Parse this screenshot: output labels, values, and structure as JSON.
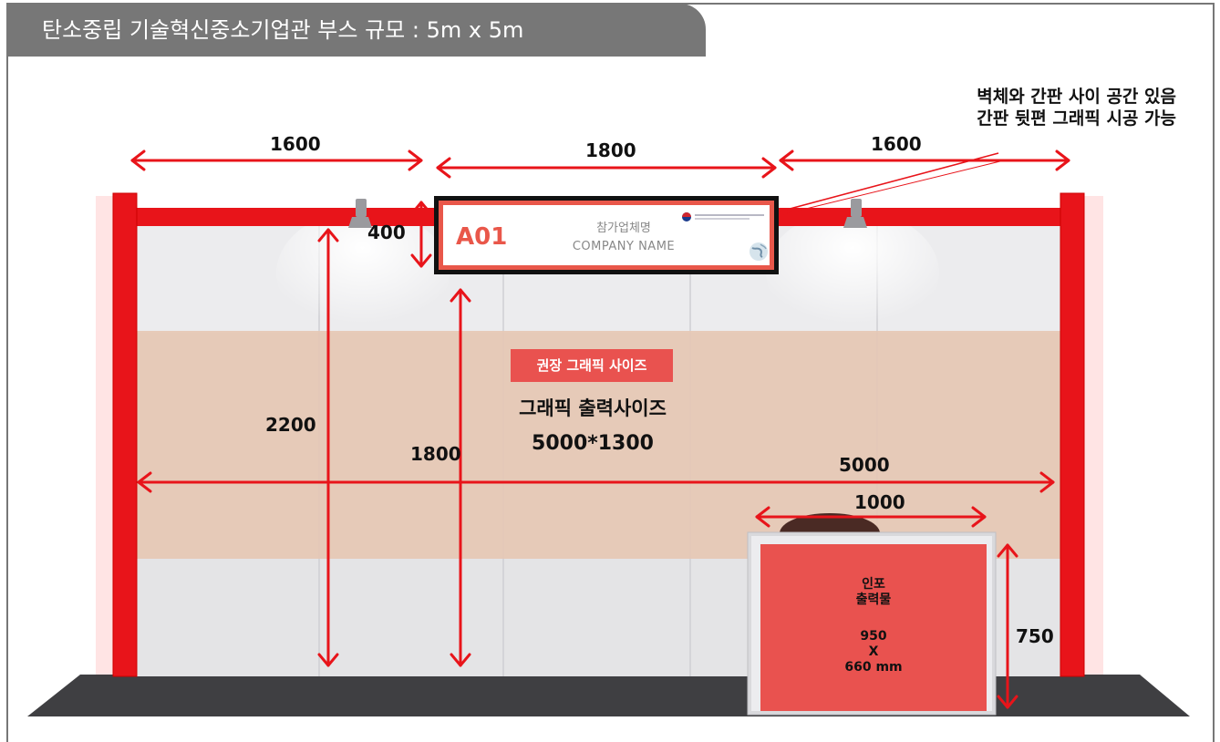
{
  "header": {
    "title": "탄소중립 기술혁신중소기업관 부스 규모 : 5m x 5m"
  },
  "note": {
    "line1": "벽체와 간판 사이 공간 있음",
    "line2": "간판 뒷편 그래픽 시공 가능"
  },
  "dimensions": {
    "top_left": "1600",
    "top_center": "1800",
    "top_right": "1600",
    "sign_height": "400",
    "wall_height": "2200",
    "graphic_height": "1800",
    "booth_width": "5000",
    "desk_width": "1000",
    "desk_height": "750"
  },
  "sign": {
    "booth_code": "A01",
    "name_ko": "참가업체명",
    "name_en": "COMPANY NAME"
  },
  "graphic": {
    "badge": "권장 그래픽 사이즈",
    "title": "그래픽 출력사이즈",
    "size": "5000*1300"
  },
  "desk": {
    "line1": "인포",
    "line2": "출력물",
    "line3": "950",
    "line4": "X",
    "line5": "660 mm"
  },
  "colors": {
    "accent_red": "#e8141a",
    "header_gray": "#777777",
    "graphic_band": "#e6c8b4",
    "desk_panel": "#e9524f",
    "floor": "#3f3f42"
  }
}
